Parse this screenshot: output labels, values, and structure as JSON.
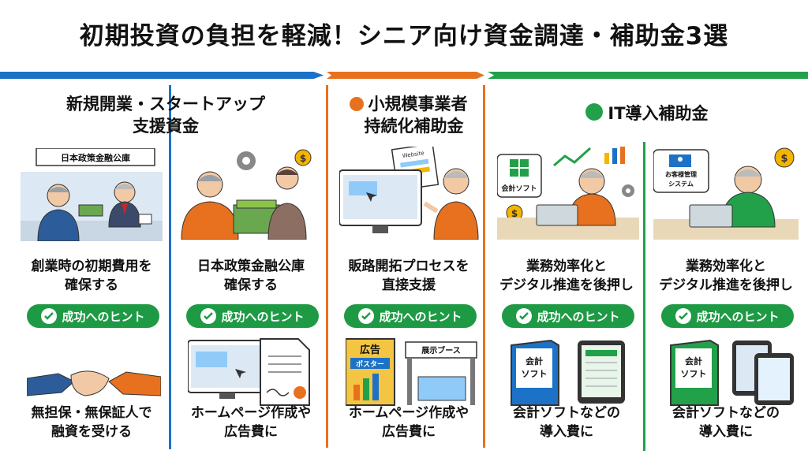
{
  "title": "初期投資の負担を軽減！シニア向け資金調達・補助金3選",
  "colors": {
    "blue": "#1c72c6",
    "orange": "#e8711f",
    "green": "#22a04a",
    "hint_green": "#1e9a45"
  },
  "sections": {
    "startup": {
      "header_line1": "新規開業・スタートアップ",
      "header_line2": "支援資金"
    },
    "small": {
      "header_line1": "小規模事業者",
      "header_line2": "持続化補助金"
    },
    "it": {
      "header": "IT導入補助金"
    }
  },
  "hint_label": "成功へのヒント",
  "columns": [
    {
      "illus_label": "日本政策金融公庫",
      "desc_line1": "創業時の初期費用を",
      "desc_line2": "確保する",
      "desc2_line1": "無担保・無保証人で",
      "desc2_line2": "融資を受ける"
    },
    {
      "desc_line1": "日本政策金融公庫",
      "desc_line2": "確保する",
      "desc2_line1": "ホームページ作成や",
      "desc2_line2": "広告費に"
    },
    {
      "illus_label": "Website",
      "desc_line1": "販路開拓プロセスを",
      "desc_line2": "直接支援",
      "illus2_label1": "広告",
      "illus2_label2": "ポスター",
      "illus2_label3": "展示ブース",
      "desc2_line1": "ホームページ作成や",
      "desc2_line2": "広告費に"
    },
    {
      "illus_label": "会計ソフト",
      "desc_line1": "業務効率化と",
      "desc_line2": "デジタル推進を後押し",
      "illus2_label1": "会計",
      "illus2_label2": "ソフト",
      "desc2_line1": "会計ソフトなどの",
      "desc2_line2": "導入費に"
    },
    {
      "illus_label1": "お客様管理",
      "illus_label2": "システム",
      "desc_line1": "業務効率化と",
      "desc_line2": "デジタル推進を後押し",
      "illus2_label1": "会計",
      "illus2_label2": "ソフト",
      "desc2_line1": "会計ソフトなどの",
      "desc2_line2": "導入費に"
    }
  ]
}
